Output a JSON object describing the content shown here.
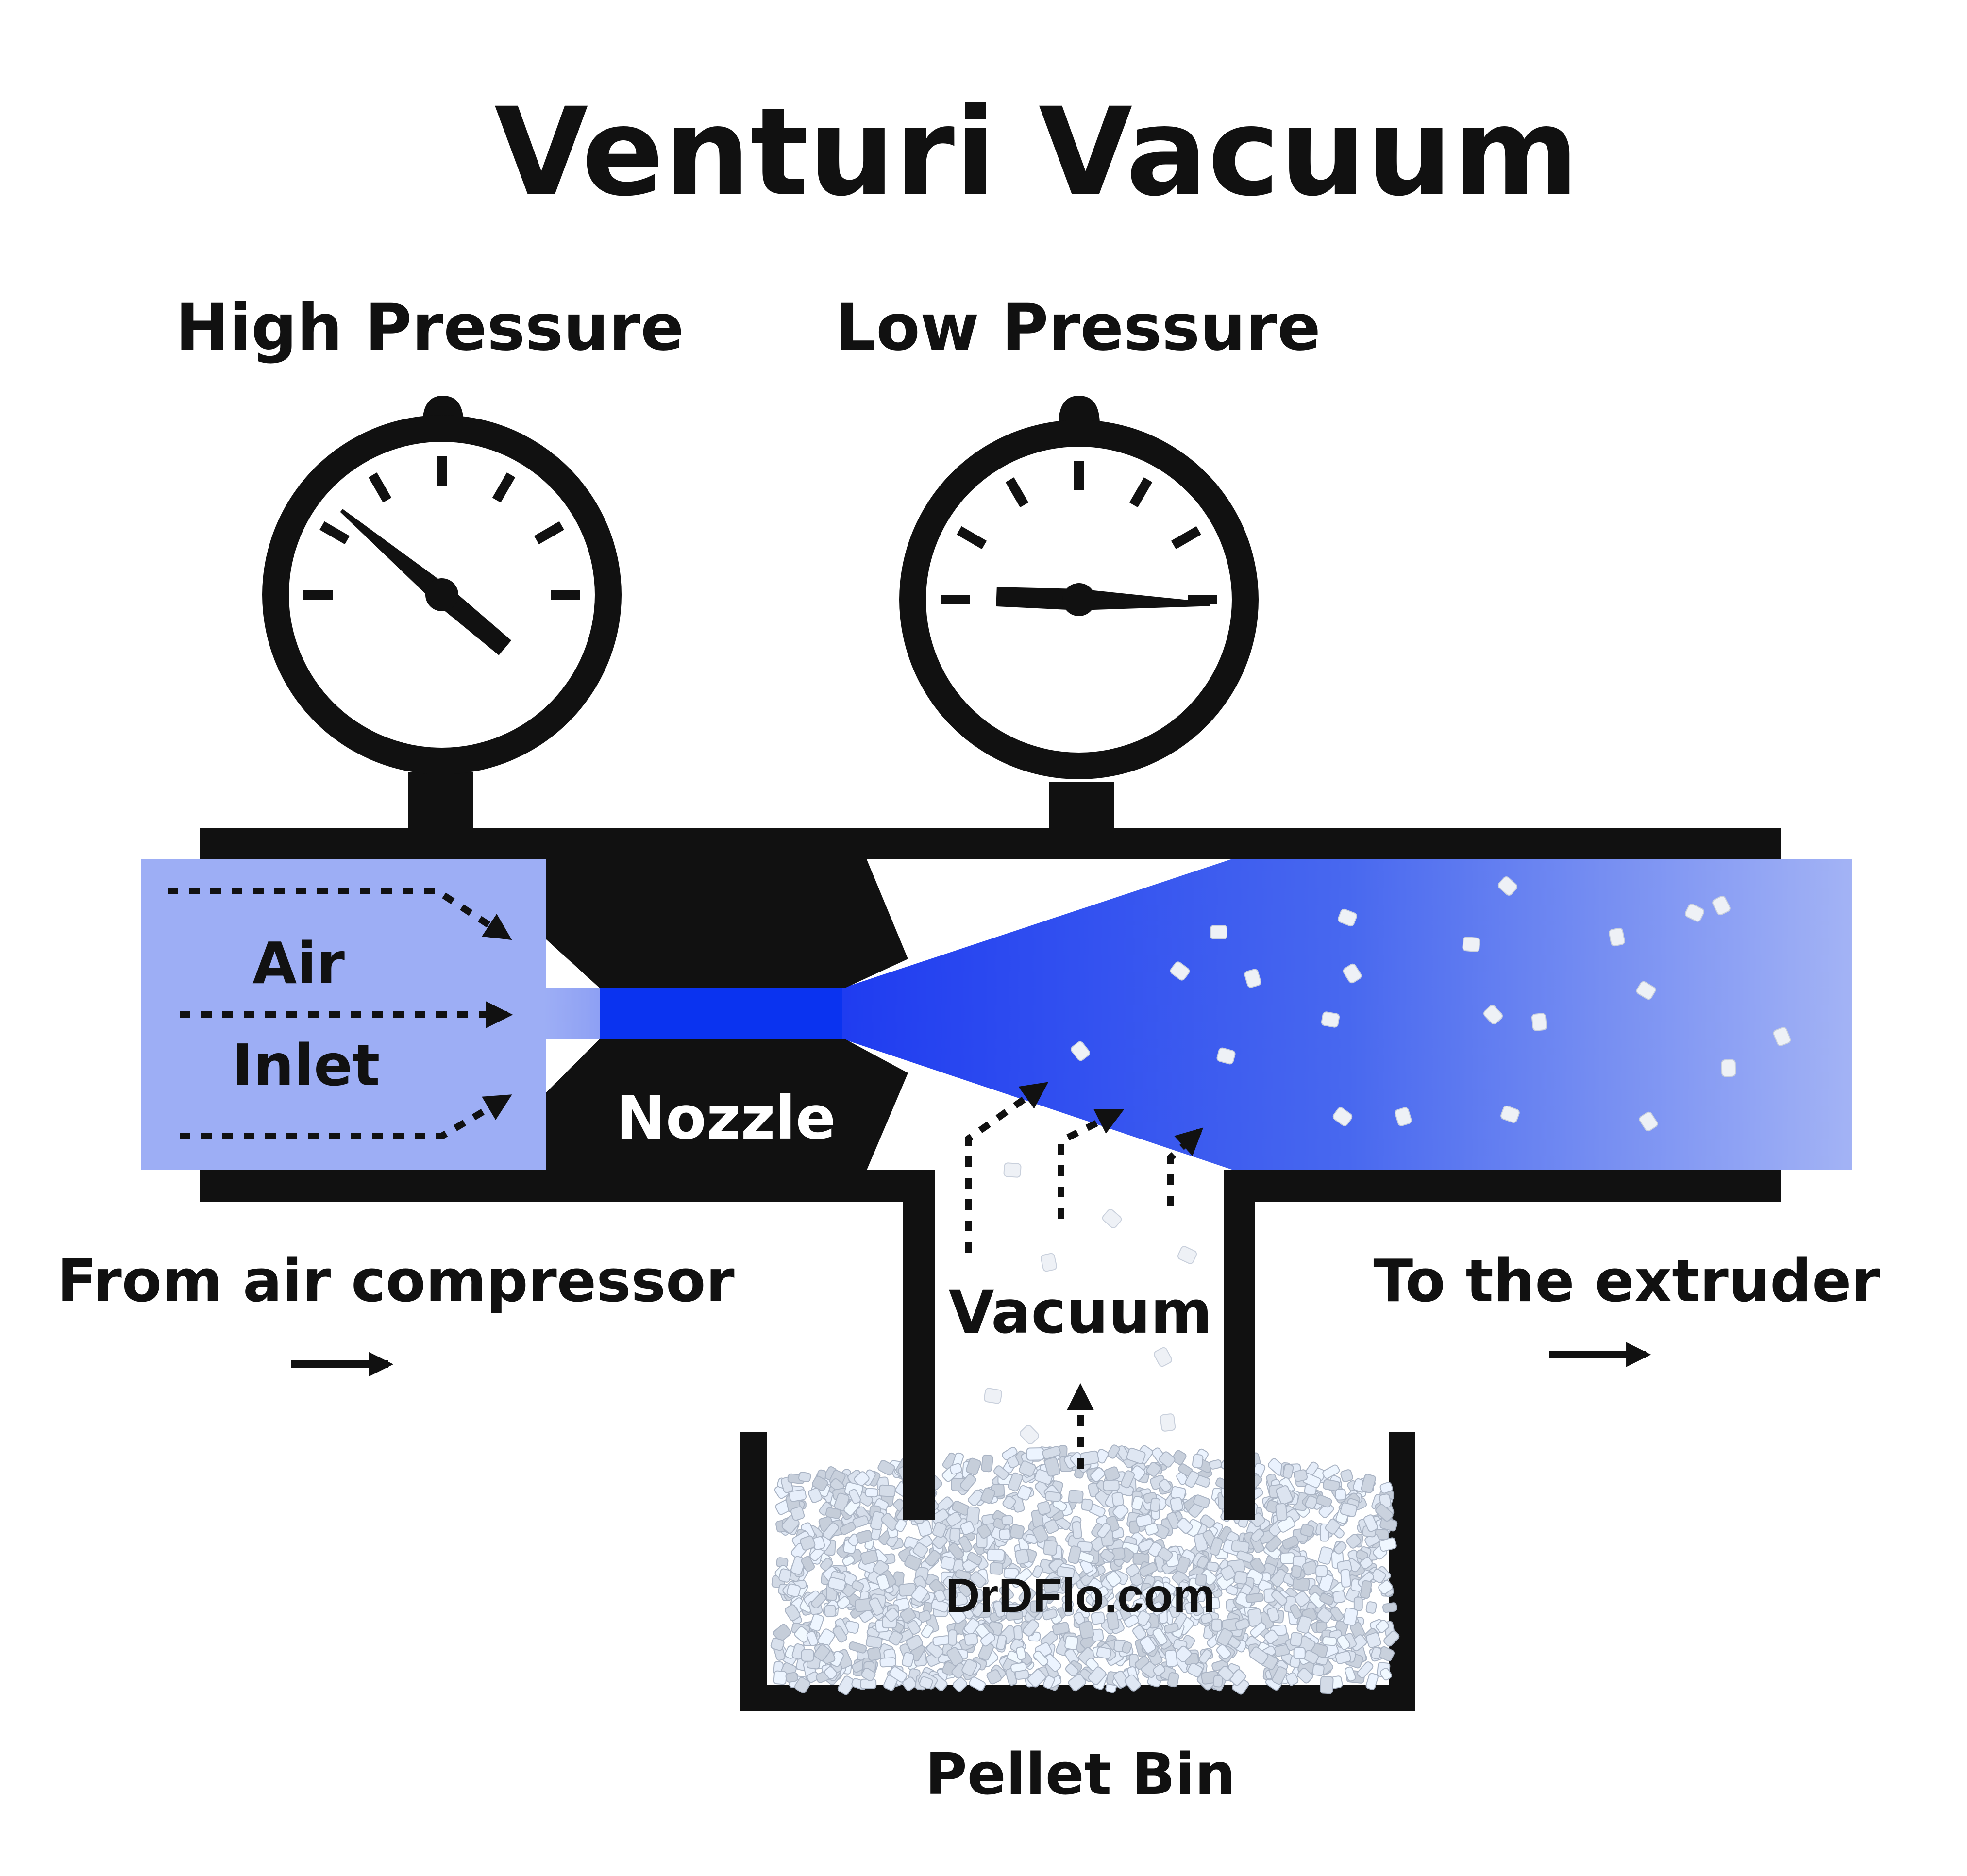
{
  "title": "Venturi Vacuum",
  "gauges": {
    "high": {
      "label": "High Pressure",
      "needle_angle_deg": -50
    },
    "low": {
      "label": "Low Pressure",
      "needle_angle_deg": 92
    }
  },
  "labels": {
    "air_inlet_line1": "Air",
    "air_inlet_line2": "Inlet",
    "nozzle": "Nozzle",
    "vacuum": "Vacuum",
    "from": "From air compressor",
    "to": "To the extruder",
    "bin": "Pellet Bin",
    "watermark": "DrDFlo.com"
  },
  "colors": {
    "ink": "#111111",
    "inlet_fill": "#9daef5",
    "jet": "#0a33f0",
    "flow_end": "#a3b3f5",
    "pellet": "#e4e9f0"
  }
}
